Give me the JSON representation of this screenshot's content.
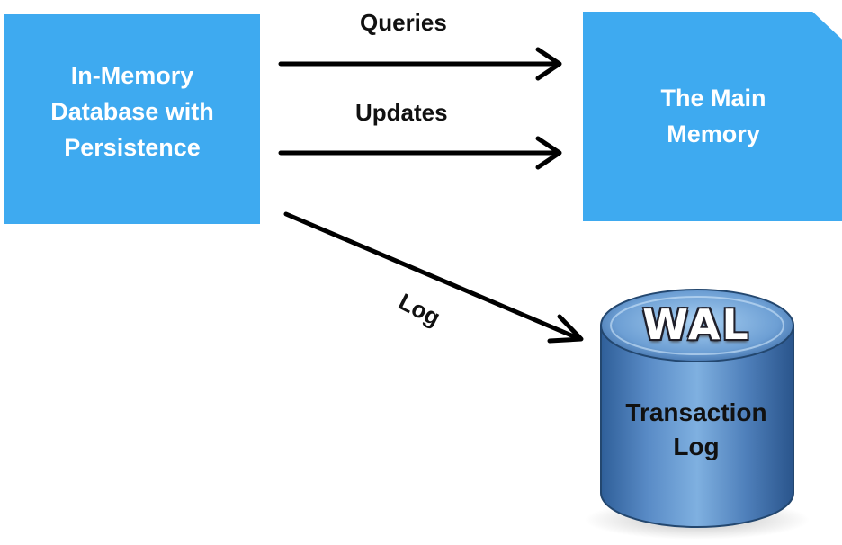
{
  "nodes": {
    "in_memory_db": "In-Memory\nDatabase with\nPersistence",
    "main_memory": "The Main\nMemory",
    "wal_store": {
      "badge": "WAL",
      "label": "Transaction\nLog"
    }
  },
  "edges": {
    "queries": "Queries",
    "updates": "Updates",
    "log": "Log"
  },
  "colors": {
    "box_fill": "#3eaaf0",
    "cylinder_body": "#4f7db5",
    "cylinder_top": "#6aa0d6",
    "arrow": "#000000"
  }
}
